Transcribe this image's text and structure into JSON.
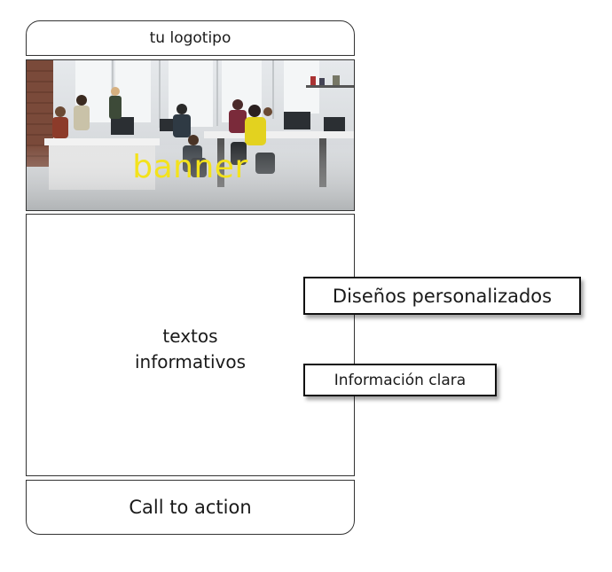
{
  "header": {
    "logo_text": "tu logotipo"
  },
  "banner": {
    "label": "banner",
    "label_color": "#f3e21c",
    "image_description_icon": "office-team-photo"
  },
  "content": {
    "line1": "textos",
    "line2": "informativos"
  },
  "cta": {
    "label": "Call to action"
  },
  "callouts": [
    {
      "label": "Diseños personalizados"
    },
    {
      "label": "Información clara"
    }
  ]
}
